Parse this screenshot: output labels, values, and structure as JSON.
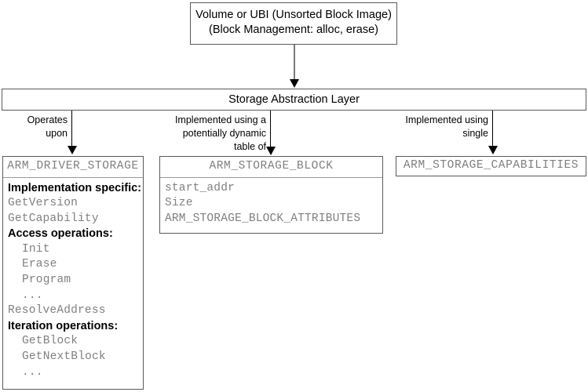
{
  "diagram": {
    "title_box": {
      "lines": [
        "Volume or UBI (Unsorted Block Image)",
        "(Block Management: alloc, erase)"
      ],
      "line1": "Volume or UBI (Unsorted Block Image)",
      "line2": "(Block Management: alloc, erase)"
    },
    "layer_box": {
      "label": "Storage Abstraction Layer"
    },
    "edges": [
      {
        "label": ""
      },
      {
        "label": "Operates\nupon"
      },
      {
        "label": "Implemented using a\npotentially dynamic\ntable of"
      },
      {
        "label": "Implemented using\nsingle"
      }
    ],
    "driver_box": {
      "title": "ARM_DRIVER_STORAGE",
      "rows": [
        {
          "text": "Implementation specific:",
          "kind": "section",
          "indent": false
        },
        {
          "text": "GetVersion",
          "kind": "member",
          "indent": false
        },
        {
          "text": "GetCapability",
          "kind": "member",
          "indent": false
        },
        {
          "text": "Access operations:",
          "kind": "section",
          "indent": false
        },
        {
          "text": "Init",
          "kind": "member",
          "indent": true
        },
        {
          "text": "Erase",
          "kind": "member",
          "indent": true
        },
        {
          "text": "Program",
          "kind": "member",
          "indent": true
        },
        {
          "text": "...",
          "kind": "member",
          "indent": true
        },
        {
          "text": "ResolveAddress",
          "kind": "member",
          "indent": false
        },
        {
          "text": "Iteration operations:",
          "kind": "section",
          "indent": false
        },
        {
          "text": "GetBlock",
          "kind": "member",
          "indent": true
        },
        {
          "text": "GetNextBlock",
          "kind": "member",
          "indent": true
        },
        {
          "text": "...",
          "kind": "member",
          "indent": true
        }
      ]
    },
    "block_box": {
      "title": "ARM_STORAGE_BLOCK",
      "rows": [
        {
          "text": "start_addr"
        },
        {
          "text": "Size"
        },
        {
          "text": "ARM_STORAGE_BLOCK_ATTRIBUTES"
        }
      ]
    },
    "capabilities_box": {
      "title": "ARM_STORAGE_CAPABILITIES"
    },
    "colors": {
      "border": "#5a5a5a",
      "mono_text": "#808080",
      "text": "#000000",
      "background": "#ffffff",
      "arrow": "#000000"
    }
  }
}
